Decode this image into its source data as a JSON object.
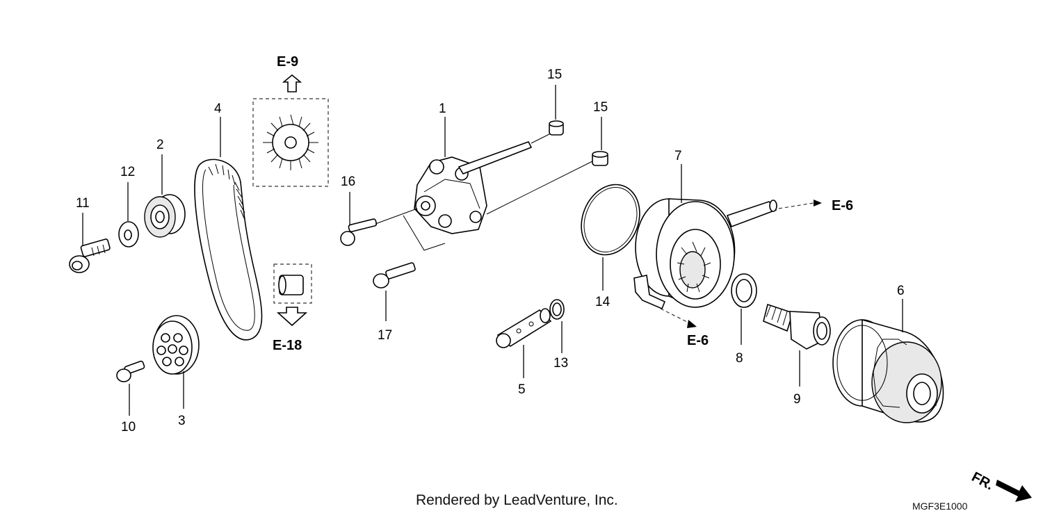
{
  "callouts": {
    "p1": "1",
    "p2": "2",
    "p3": "3",
    "p4": "4",
    "p5": "5",
    "p6": "6",
    "p7": "7",
    "p8": "8",
    "p9": "9",
    "p10": "10",
    "p11": "11",
    "p12": "12",
    "p13": "13",
    "p14": "14",
    "p15a": "15",
    "p15b": "15",
    "p16": "16",
    "p17": "17"
  },
  "references": {
    "e9": "E-9",
    "e18": "E-18",
    "e6_upper": "E-6",
    "e6_lower": "E-6"
  },
  "direction_label": "FR.",
  "credit": "Rendered by LeadVenture, Inc.",
  "diagram_code": "MGF3E1000"
}
